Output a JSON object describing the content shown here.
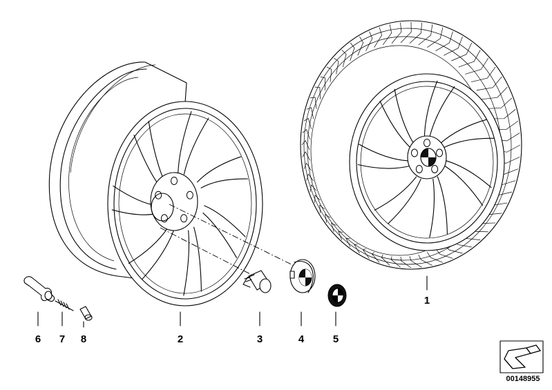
{
  "parts": [
    {
      "key": "p1",
      "label": "1"
    },
    {
      "key": "p2",
      "label": "2"
    },
    {
      "key": "p3",
      "label": "3"
    },
    {
      "key": "p4",
      "label": "4"
    },
    {
      "key": "p5",
      "label": "5"
    },
    {
      "key": "p6",
      "label": "6"
    },
    {
      "key": "p7",
      "label": "7"
    },
    {
      "key": "p8",
      "label": "8"
    }
  ],
  "diagram_code": "00148955"
}
